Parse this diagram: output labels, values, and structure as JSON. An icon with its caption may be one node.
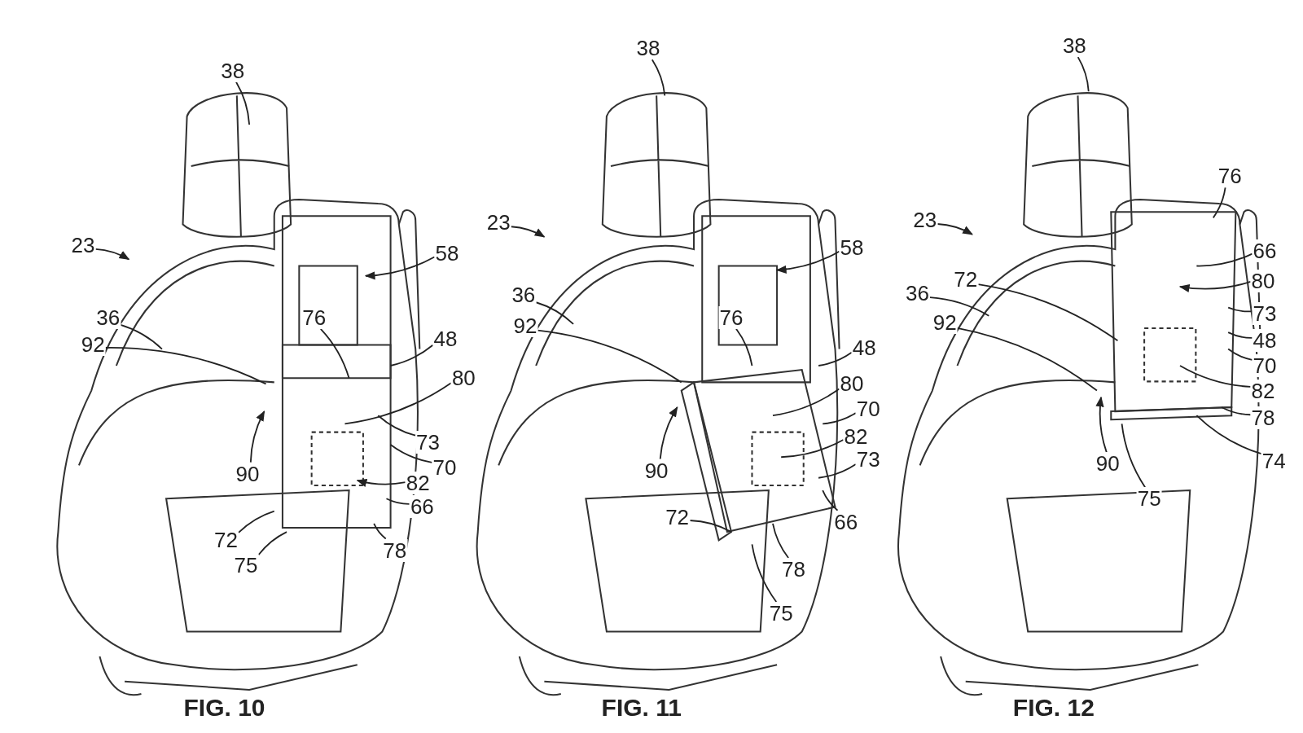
{
  "diagram": {
    "nodes": [
      {
        "text": [
          "38"
        ]
      },
      {
        "text": [
          "23"
        ]
      },
      {
        "text": [
          "36"
        ]
      },
      {
        "text": [
          "92"
        ]
      },
      {
        "text": [
          "58"
        ]
      },
      {
        "text": [
          "76"
        ]
      },
      {
        "text": [
          "48"
        ]
      },
      {
        "text": [
          "80"
        ]
      },
      {
        "text": [
          "73"
        ]
      },
      {
        "text": [
          "90"
        ]
      },
      {
        "text": [
          "70"
        ]
      },
      {
        "text": [
          "82"
        ]
      },
      {
        "text": [
          "66"
        ]
      },
      {
        "text": [
          "72"
        ]
      },
      {
        "text": [
          "75"
        ]
      },
      {
        "text": [
          "78"
        ]
      },
      {
        "text": [
          "38"
        ]
      },
      {
        "text": [
          "23"
        ]
      },
      {
        "text": [
          "58"
        ]
      },
      {
        "text": [
          "36"
        ]
      },
      {
        "text": [
          "92"
        ]
      },
      {
        "text": [
          "76"
        ]
      },
      {
        "text": [
          "48"
        ]
      },
      {
        "text": [
          "80"
        ]
      },
      {
        "text": [
          "70"
        ]
      },
      {
        "text": [
          "90"
        ]
      },
      {
        "text": [
          "82"
        ]
      },
      {
        "text": [
          "73"
        ]
      },
      {
        "text": [
          "72"
        ]
      },
      {
        "text": [
          "66"
        ]
      },
      {
        "text": [
          "78"
        ]
      },
      {
        "text": [
          "75"
        ]
      },
      {
        "text": [
          "38"
        ]
      },
      {
        "text": [
          "23"
        ]
      },
      {
        "text": [
          "76"
        ]
      },
      {
        "text": [
          "66"
        ]
      },
      {
        "text": [
          "80"
        ]
      },
      {
        "text": [
          "36"
        ]
      },
      {
        "text": [
          "72"
        ]
      },
      {
        "text": [
          "73"
        ]
      },
      {
        "text": [
          "92"
        ]
      },
      {
        "text": [
          "48"
        ]
      },
      {
        "text": [
          "70"
        ]
      },
      {
        "text": [
          "82"
        ]
      },
      {
        "text": [
          "78"
        ]
      },
      {
        "text": [
          "90"
        ]
      },
      {
        "text": [
          "74"
        ]
      },
      {
        "text": [
          "75"
        ]
      }
    ],
    "edges": [
      {
        "from": 0,
        "to": null,
        "arrow": "none"
      },
      {
        "from": 1,
        "to": null,
        "arrow": "to"
      },
      {
        "from": 2,
        "to": null,
        "arrow": "none"
      },
      {
        "from": 3,
        "to": null,
        "arrow": "none"
      },
      {
        "from": 4,
        "to": null,
        "arrow": "to"
      },
      {
        "from": 5,
        "to": null,
        "arrow": "none"
      },
      {
        "from": 6,
        "to": null,
        "arrow": "none"
      },
      {
        "from": 7,
        "to": null,
        "arrow": "none"
      },
      {
        "from": 8,
        "to": null,
        "arrow": "none"
      },
      {
        "from": 9,
        "to": null,
        "arrow": "to"
      },
      {
        "from": 10,
        "to": null,
        "arrow": "none"
      },
      {
        "from": 11,
        "to": null,
        "arrow": "to"
      },
      {
        "from": 12,
        "to": null,
        "arrow": "none"
      },
      {
        "from": 13,
        "to": null,
        "arrow": "none"
      },
      {
        "from": 14,
        "to": null,
        "arrow": "none"
      },
      {
        "from": 15,
        "to": null,
        "arrow": "none"
      },
      {
        "from": 16,
        "to": null,
        "arrow": "none"
      },
      {
        "from": 17,
        "to": null,
        "arrow": "to"
      },
      {
        "from": 18,
        "to": null,
        "arrow": "to"
      },
      {
        "from": 19,
        "to": null,
        "arrow": "none"
      },
      {
        "from": 20,
        "to": null,
        "arrow": "none"
      },
      {
        "from": 21,
        "to": null,
        "arrow": "none"
      },
      {
        "from": 22,
        "to": null,
        "arrow": "none"
      },
      {
        "from": 23,
        "to": null,
        "arrow": "none"
      },
      {
        "from": 24,
        "to": null,
        "arrow": "none"
      },
      {
        "from": 25,
        "to": null,
        "arrow": "to"
      },
      {
        "from": 26,
        "to": null,
        "arrow": "none"
      },
      {
        "from": 27,
        "to": null,
        "arrow": "none"
      },
      {
        "from": 28,
        "to": null,
        "arrow": "none"
      },
      {
        "from": 29,
        "to": null,
        "arrow": "none"
      },
      {
        "from": 30,
        "to": null,
        "arrow": "none"
      },
      {
        "from": 31,
        "to": null,
        "arrow": "none"
      },
      {
        "from": 32,
        "to": null,
        "arrow": "none"
      },
      {
        "from": 33,
        "to": null,
        "arrow": "to"
      },
      {
        "from": 34,
        "to": null,
        "arrow": "none"
      },
      {
        "from": 35,
        "to": null,
        "arrow": "none"
      },
      {
        "from": 36,
        "to": null,
        "arrow": "to"
      },
      {
        "from": 37,
        "to": null,
        "arrow": "none"
      },
      {
        "from": 38,
        "to": null,
        "arrow": "none"
      },
      {
        "from": 39,
        "to": null,
        "arrow": "none"
      },
      {
        "from": 40,
        "to": null,
        "arrow": "none"
      },
      {
        "from": 41,
        "to": null,
        "arrow": "none"
      },
      {
        "from": 42,
        "to": null,
        "arrow": "none"
      },
      {
        "from": 43,
        "to": null,
        "arrow": "none"
      },
      {
        "from": 44,
        "to": null,
        "arrow": "none"
      },
      {
        "from": 45,
        "to": null,
        "arrow": "to"
      },
      {
        "from": 46,
        "to": null,
        "arrow": "none"
      },
      {
        "from": 47,
        "to": null,
        "arrow": "none"
      }
    ],
    "labels": [
      "FIG. 10",
      "FIG. 11",
      "FIG. 12"
    ]
  }
}
